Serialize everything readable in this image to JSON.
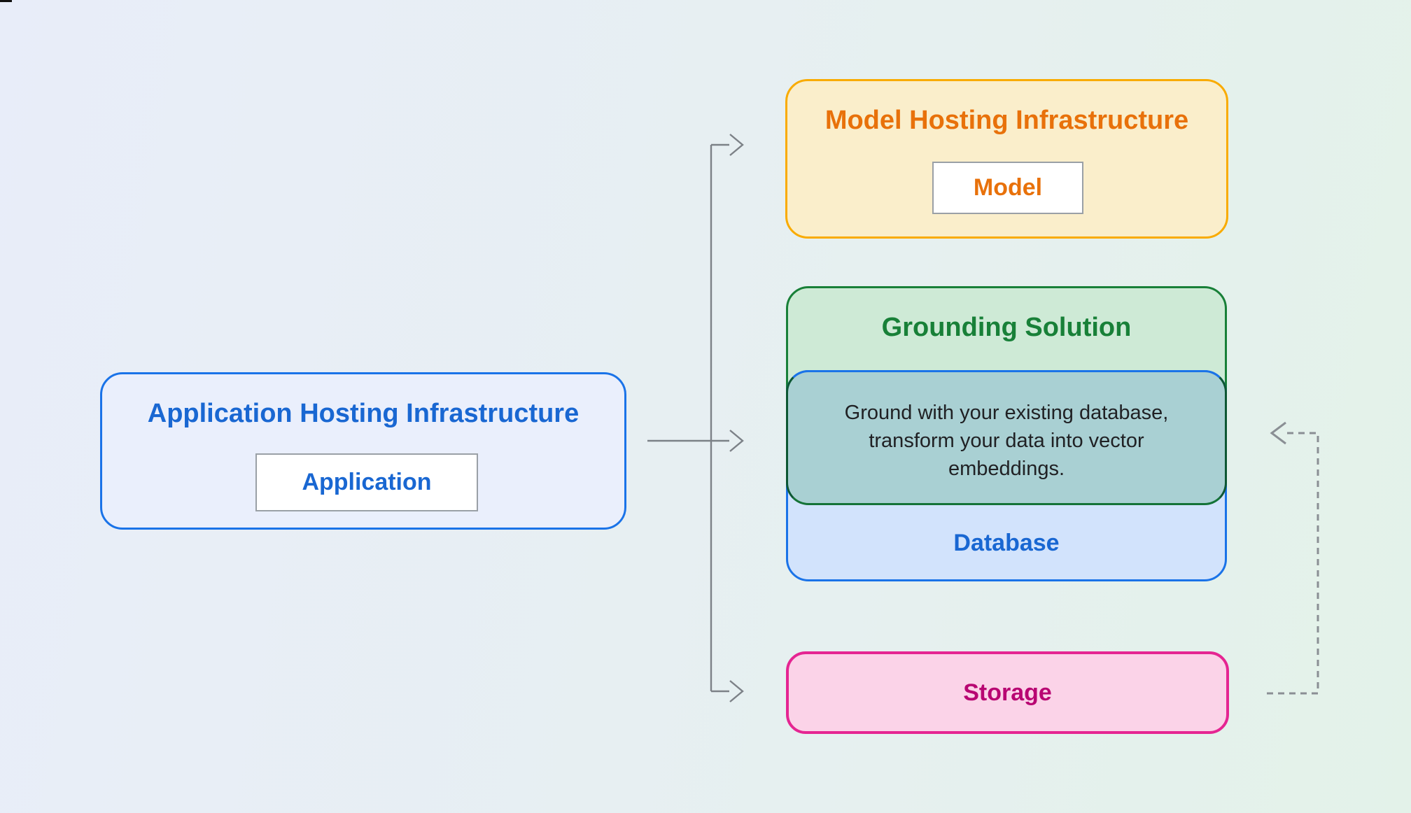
{
  "diagram": {
    "application": {
      "title": "Application Hosting Infrastructure",
      "chip_label": "Application"
    },
    "model": {
      "title": "Model Hosting Infrastructure",
      "chip_label": "Model"
    },
    "grounding": {
      "title": "Grounding Solution",
      "description_lines": [
        "Ground with your existing database,",
        "transform your data into vector",
        "embeddings."
      ],
      "database_label": "Database"
    },
    "storage": {
      "label": "Storage"
    },
    "colors": {
      "app_border": "#1a73e8",
      "app_fill": "#eaeffc",
      "blue_text": "#1967d2",
      "model_border": "#f9ab00",
      "model_fill": "#faeecb",
      "orange_text": "#e8710a",
      "green_border": "#188038",
      "green_fill": "#ceead6",
      "green_text": "#188038",
      "database_fill": "#d2e3fc",
      "overlap_fill": "#a9d0d3",
      "description_text": "#202124",
      "storage_border": "#e52592",
      "storage_fill": "#fbd3e8",
      "storage_text": "#b80672",
      "chip_fill": "#ffffff",
      "chip_border": "#9aa0a6",
      "connector": "#7c8187",
      "dashed_connector": "#8a8f94"
    }
  }
}
